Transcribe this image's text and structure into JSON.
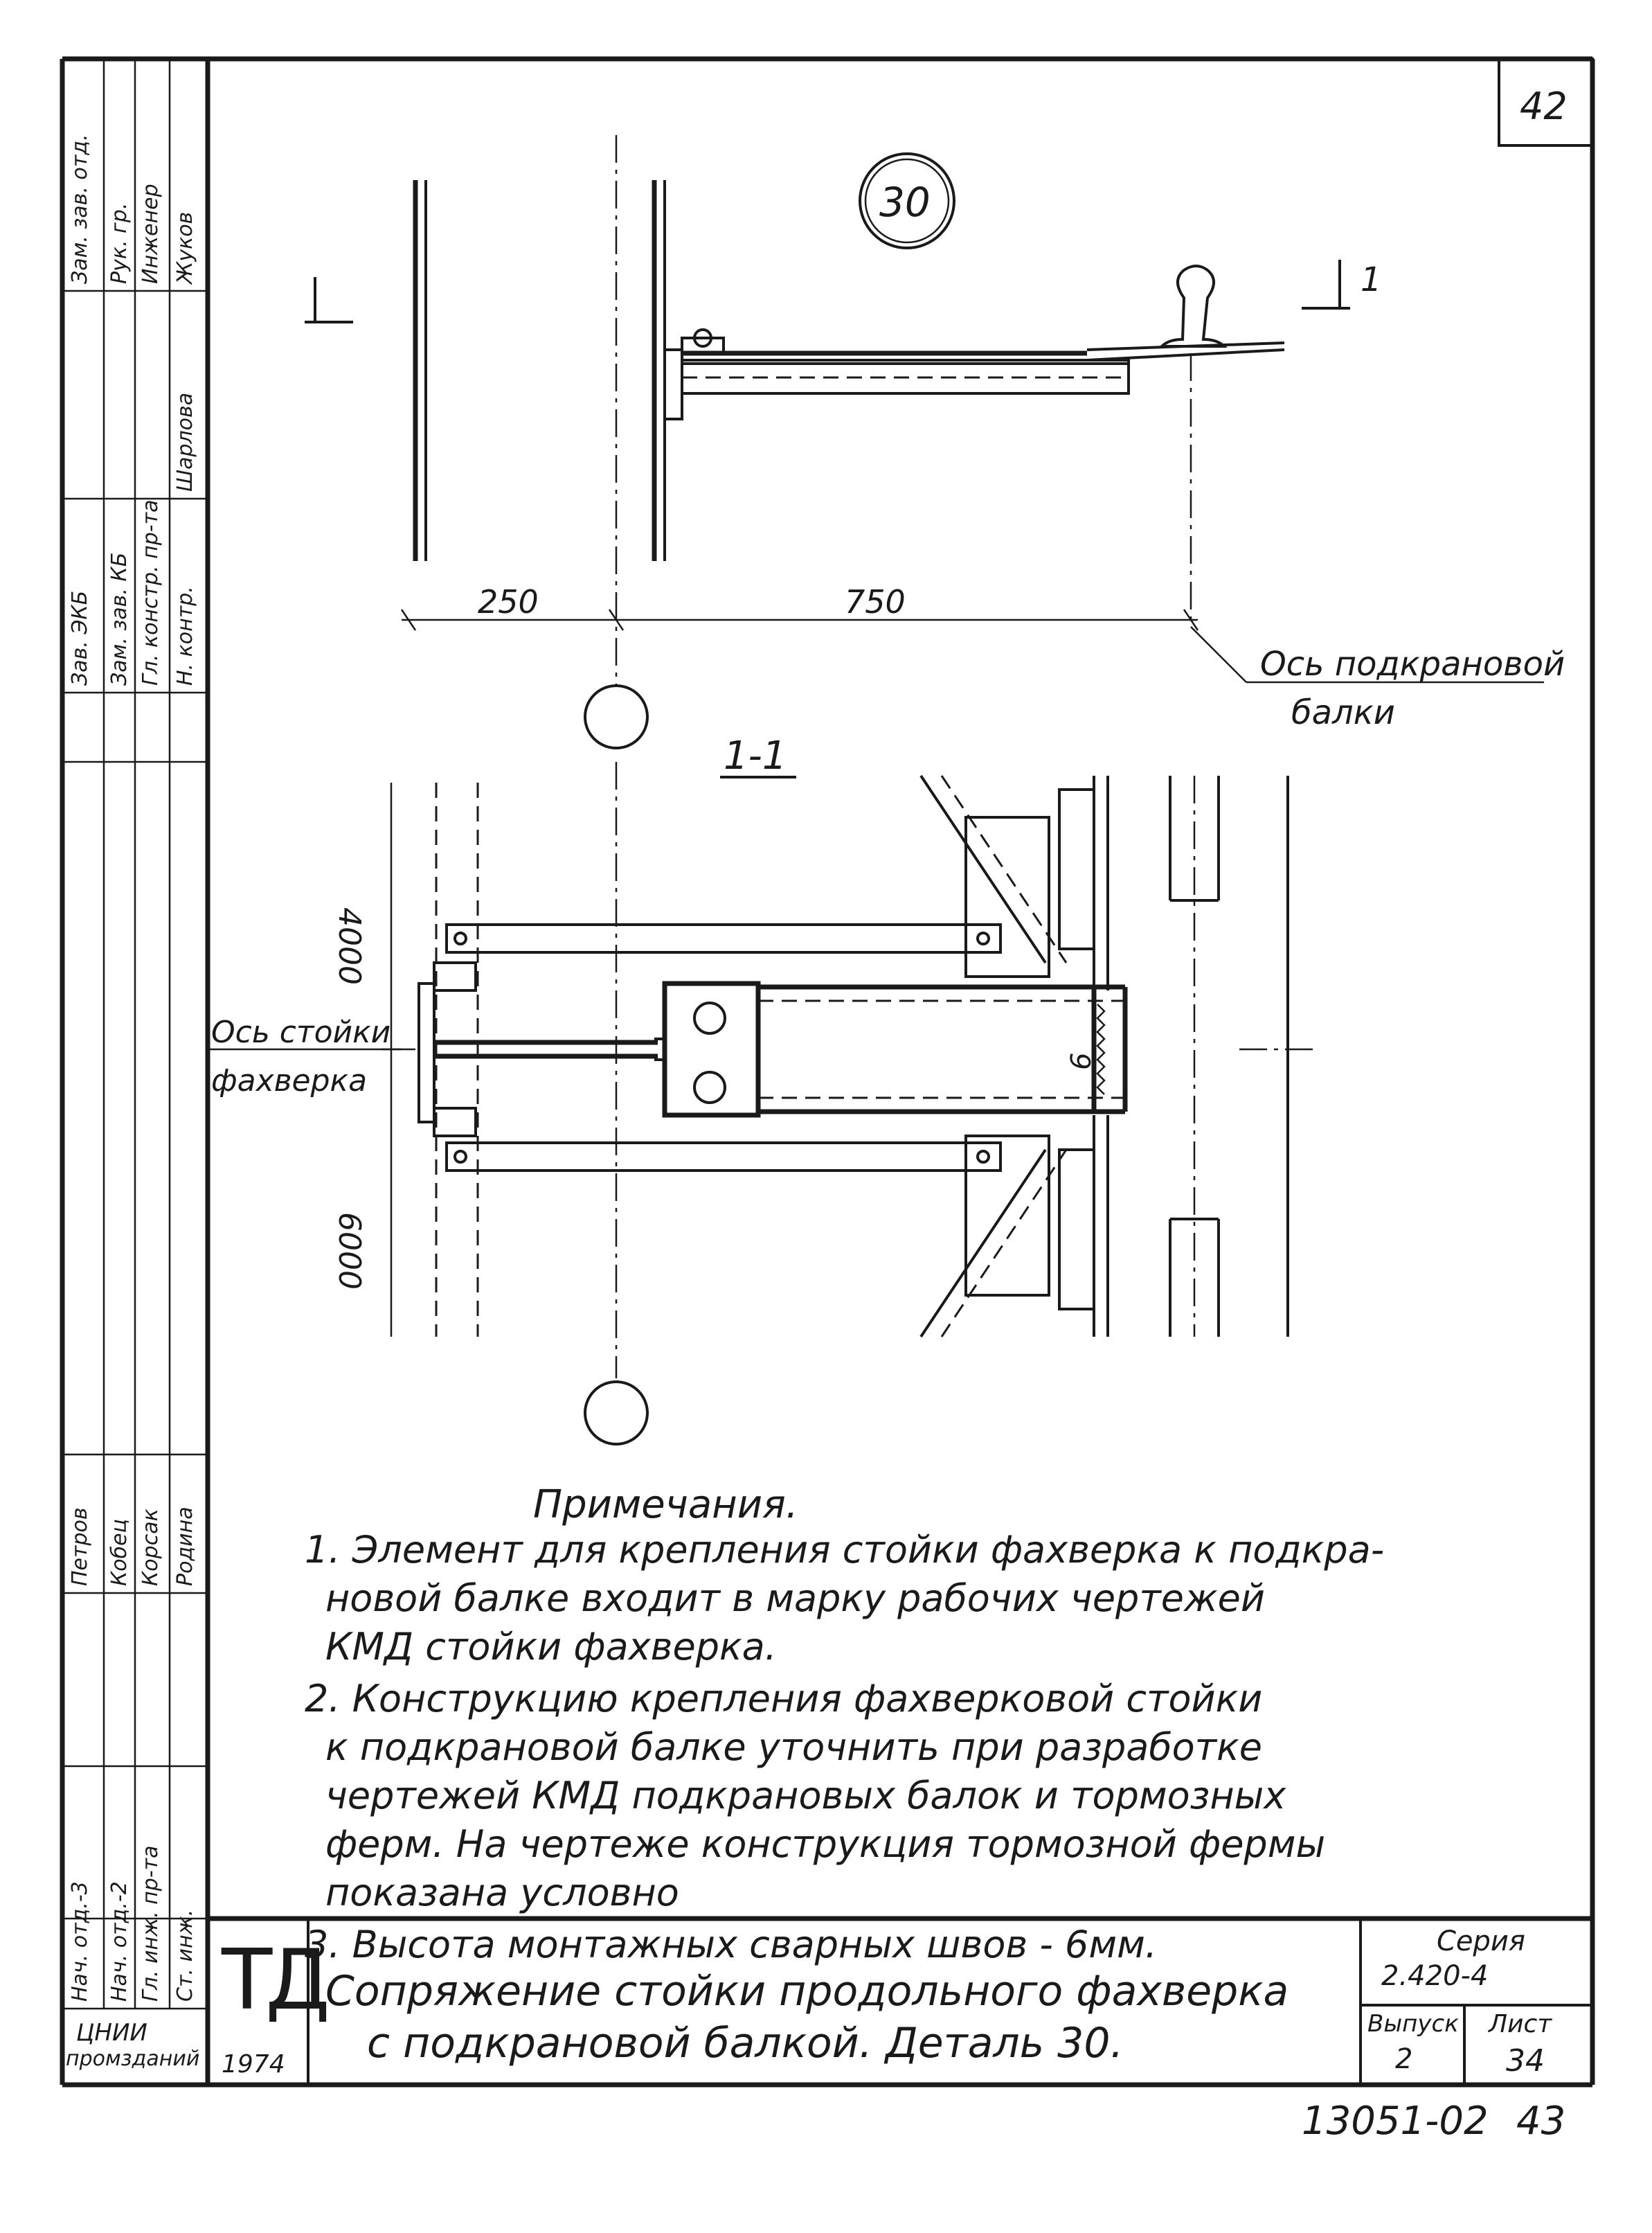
{
  "sheet": {
    "page_number": "42",
    "detail_marker": "30",
    "section_mark": "1",
    "section_title": "1-1",
    "dim_left": "250",
    "dim_right": "750",
    "dim_top_span": "4000",
    "dim_bottom_span": "6000",
    "weld_size": "6",
    "label_crane_beam_axis_line1": "Ось подкрановой",
    "label_crane_beam_axis_line2": "балки",
    "label_column_axis_line1": "Ось стойки",
    "label_column_axis_line2": "фахверка"
  },
  "notes": {
    "title": "Примечания.",
    "lines": [
      "1. Элемент для крепления стойки фахверка к подкра-",
      "новой балке входит в марку рабочих чертежей",
      "КМД стойки фахверка.",
      "2. Конструкцию крепления фахверковой стойки",
      "к подкрановой балке уточнить при разработке",
      "чертежей КМД подкрановых балок и тормозных",
      "ферм. На чертеже конструкция тормозной фермы",
      "показана условно",
      "3. Высота монтажных сварных швов - 6мм."
    ]
  },
  "title_block": {
    "logo": "ТД",
    "year": "1974",
    "title_line1": "Сопряжение стойки продольного фахверка",
    "title_line2": "с подкрановой балкой. Деталь 30.",
    "series_label": "Серия",
    "series_value": "2.420-4",
    "issue_label": "Выпуск",
    "issue_value": "2",
    "sheet_label": "Лист",
    "sheet_value": "34",
    "org_line1": "ЦНИИ",
    "org_line2": "промзданий"
  },
  "stamps": {
    "upper_roles": [
      "Зам. зав. отд.",
      "Рук. гр.",
      "Инженер"
    ],
    "upper_names": [
      "Жуков",
      "Шарлова",
      "Зав. ЭКБ"
    ],
    "mid_roles": [
      "Зам. зав. КБ",
      "Гл. констр. пр-та",
      "Н. контр."
    ],
    "lower_roles": [
      "Нач. отд.-3",
      "Нач. отд.-2",
      "Гл. инж. пр-та",
      "Ст. инж."
    ],
    "lower_names": [
      "Петров",
      "Кобец",
      "Корсак",
      "Родина"
    ]
  },
  "footer": {
    "archive_number": "13051-02",
    "page": "43"
  }
}
